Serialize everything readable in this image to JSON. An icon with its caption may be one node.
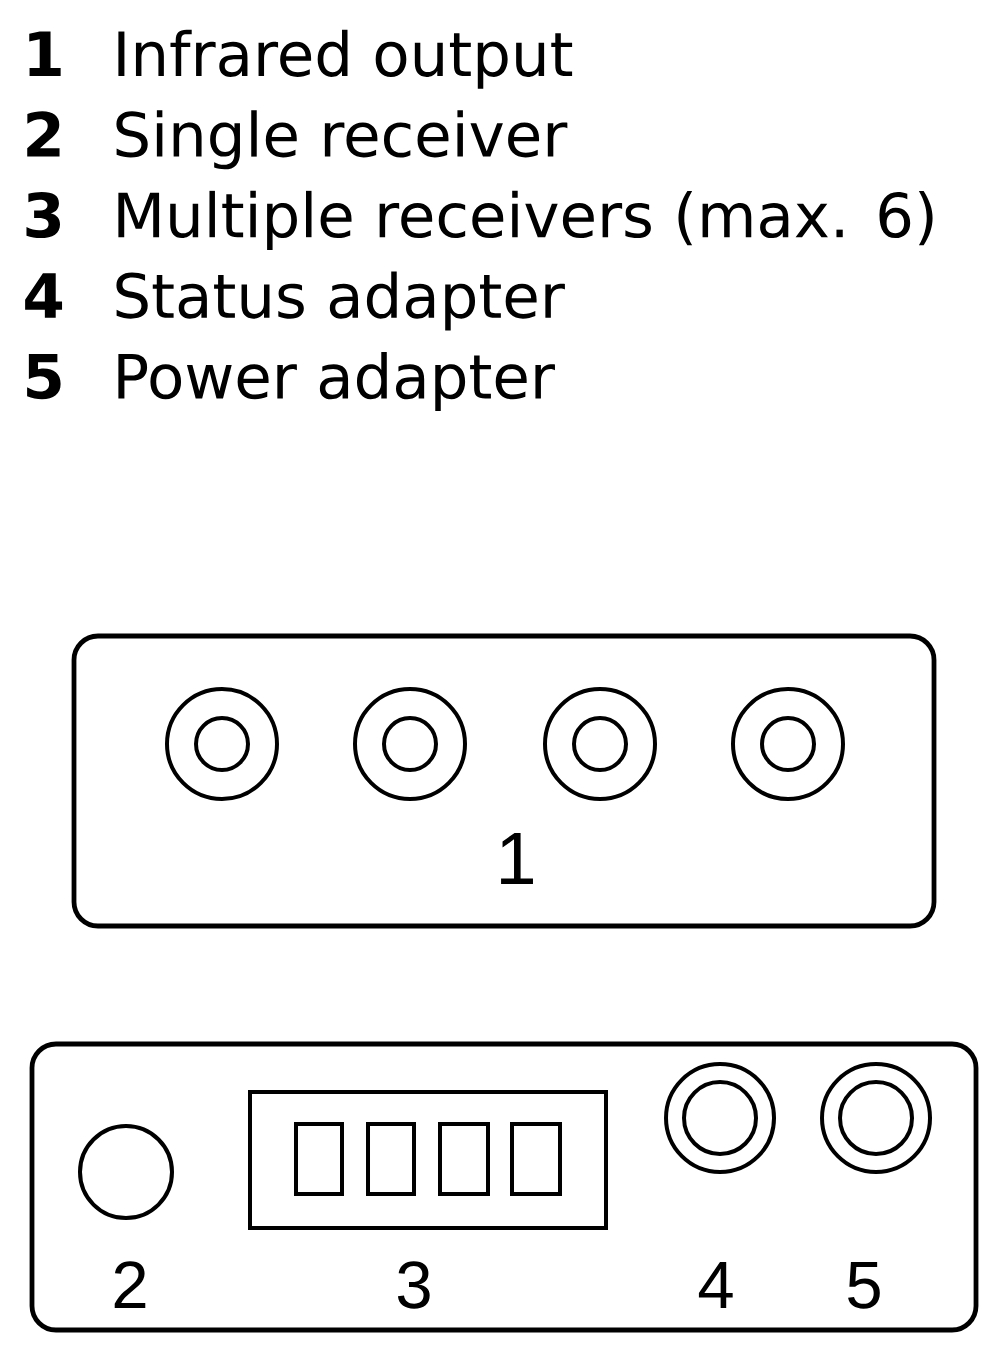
{
  "diagram": {
    "nodes": [
      {
        "text": [
          "1"
        ]
      },
      {
        "text": [
          "2",
          "3",
          "4",
          "5"
        ]
      }
    ],
    "labels": [
      "1",
      "Infrared output",
      "2",
      "Single receiver",
      "3",
      "Multiple receivers (max. 6)",
      "4",
      "Status adapter",
      "5",
      "Power adapter"
    ]
  }
}
